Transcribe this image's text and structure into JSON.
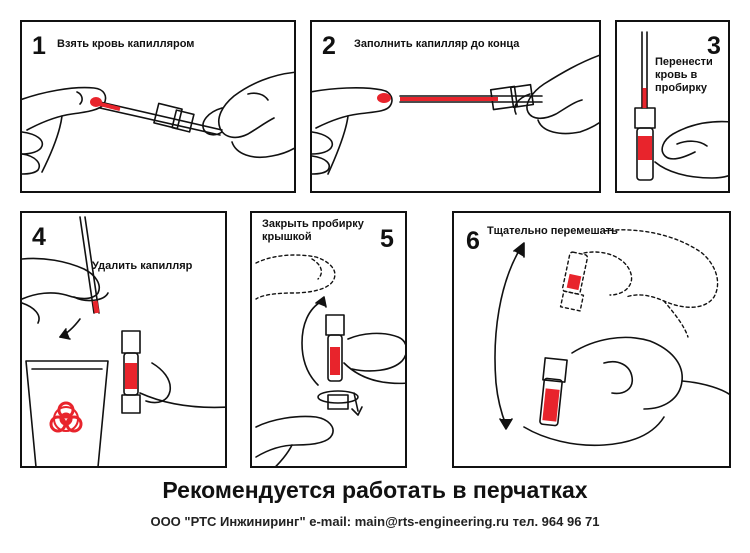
{
  "steps": [
    {
      "number": "1",
      "text": "Взять кровь капилляром"
    },
    {
      "number": "2",
      "text": "Заполнить капилляр до конца"
    },
    {
      "number": "3",
      "text": "Перенести кровь в пробирку"
    },
    {
      "number": "4",
      "text": "Удалить капилляр"
    },
    {
      "number": "5",
      "text": "Закрыть пробирку крышкой"
    },
    {
      "number": "6",
      "text": "Тщательно перемешать"
    }
  ],
  "footer": {
    "recommendation": "Рекомендуется работать в перчатках",
    "contact": "ООО \"РТС Инжиниринг\" e-mail: main@rts-engineering.ru тел. 964 96 71"
  },
  "colors": {
    "blood": "#e8242c",
    "line": "#111111"
  },
  "icons": [
    "finger-icon",
    "hand-icon",
    "capillary-tube-icon",
    "test-tube-icon",
    "waste-bin-icon",
    "biohazard-icon",
    "rotate-arrow-icon"
  ]
}
